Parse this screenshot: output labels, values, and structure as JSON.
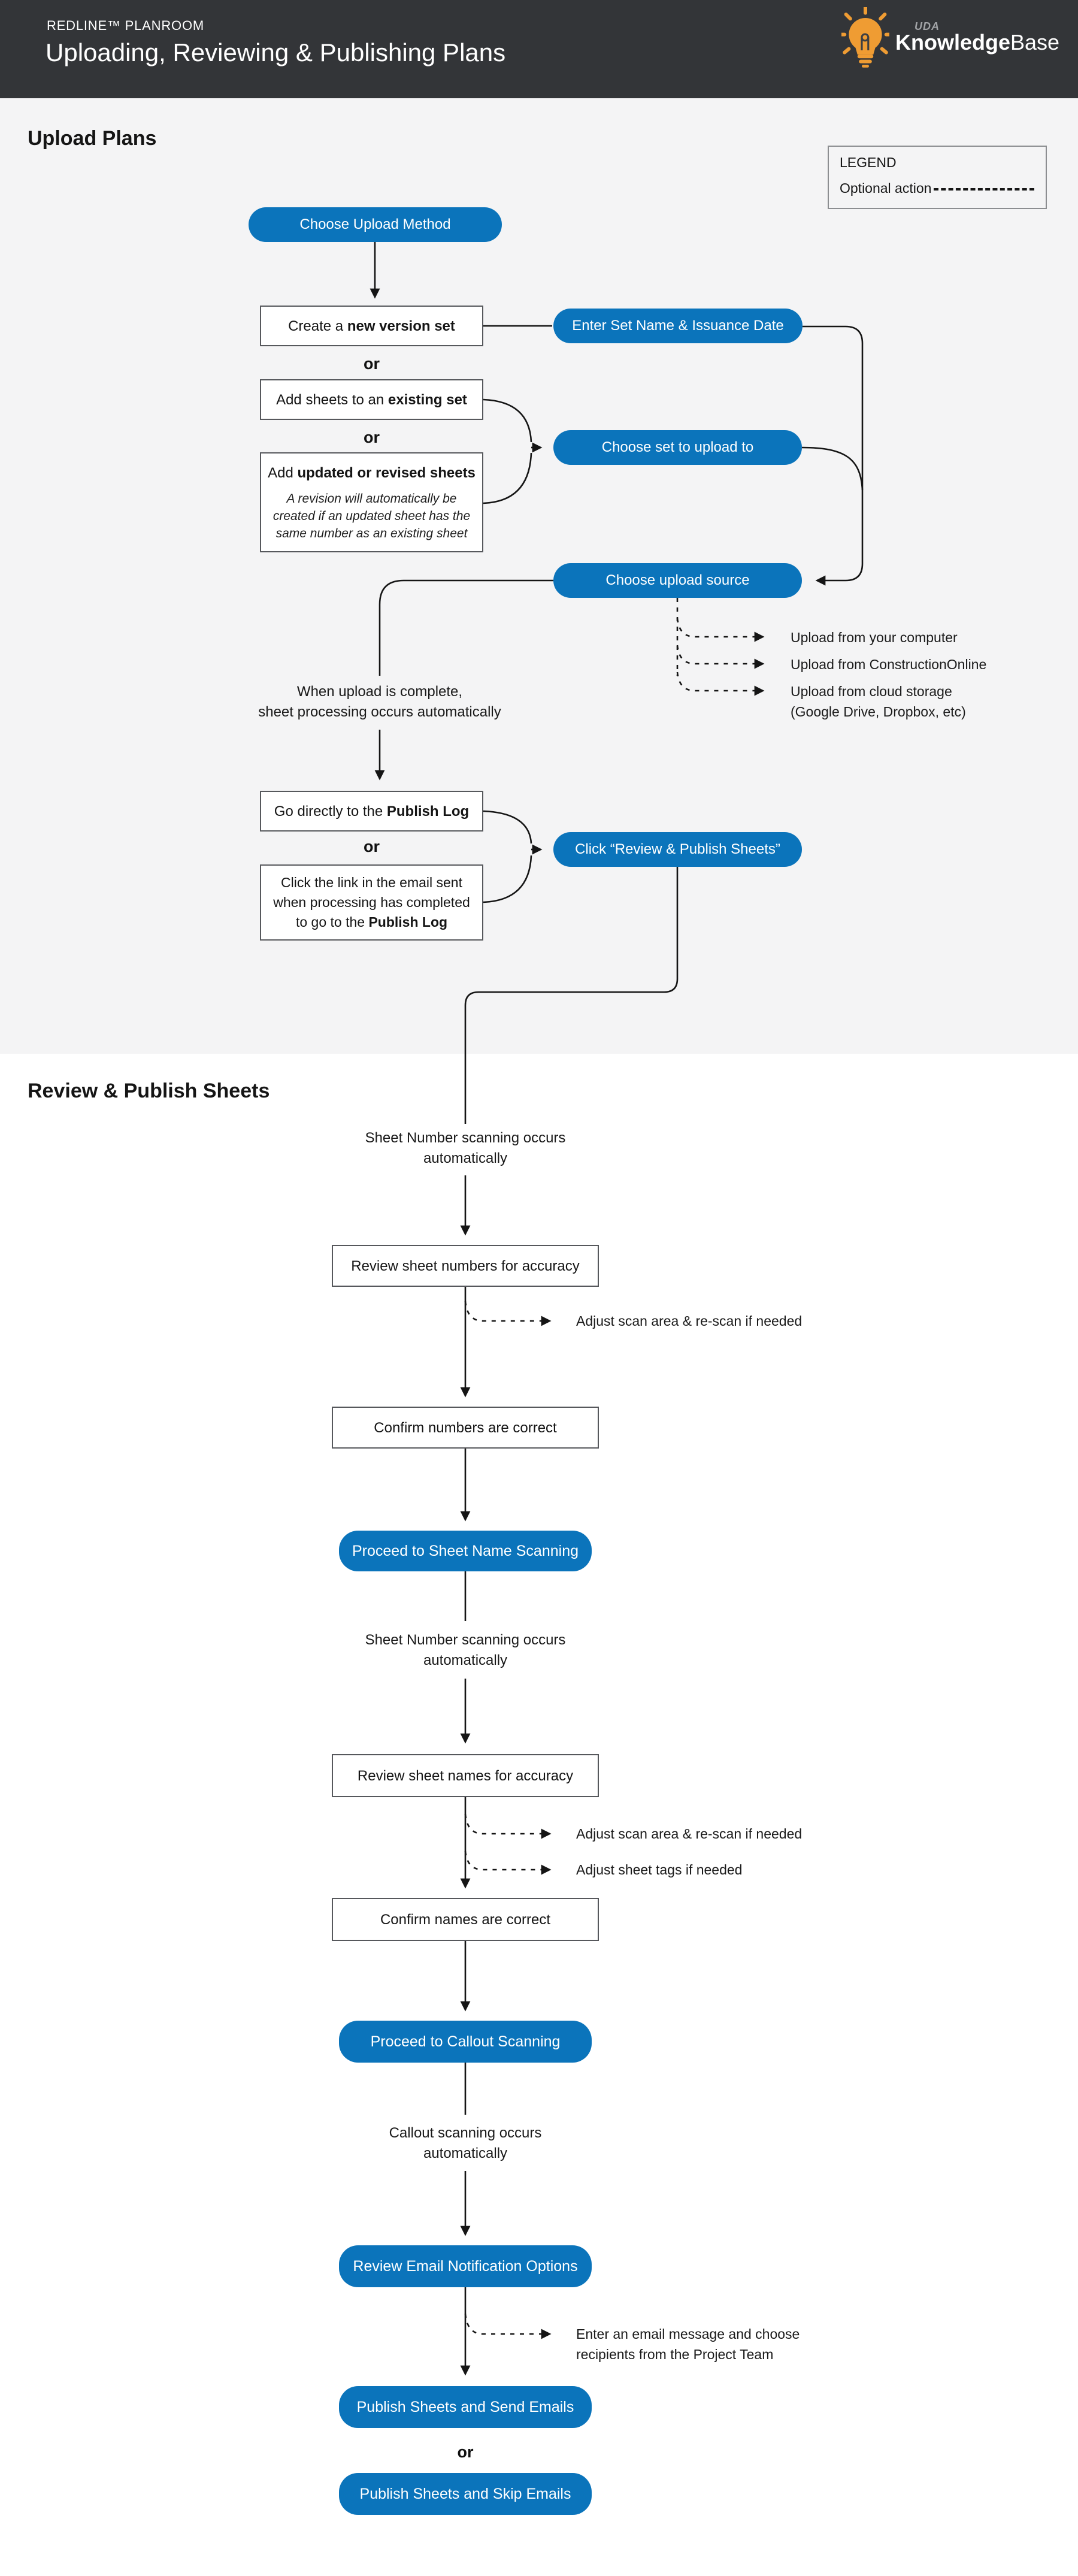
{
  "header": {
    "eyebrow": "REDLINE™ PLANROOM",
    "title": "Uploading, Reviewing & Publishing Plans",
    "logo_uda": "UDA",
    "logo_knowledge": "Knowledge",
    "logo_base": "Base"
  },
  "legend": {
    "title": "LEGEND",
    "item": "Optional action"
  },
  "colors": {
    "accent_blue": "#0b74bb",
    "header_bg": "#333538",
    "section_gray": "#f4f4f5",
    "logo_orange": "#ef9c33",
    "line": "#151515"
  },
  "upload": {
    "heading": "Upload Plans",
    "choose_method": "Choose Upload Method",
    "create_set": {
      "pre": "Create a ",
      "bold": "new version set"
    },
    "or1": "or",
    "add_existing": {
      "pre": "Add sheets to an ",
      "bold": "existing set"
    },
    "or2": "or",
    "add_updated": {
      "pre": "Add ",
      "bold": "updated or revised sheets",
      "note1": "A revision will automatically be",
      "note2": "created if an updated sheet has the",
      "note3": "same number as an existing sheet"
    },
    "enter_set_name": "Enter Set Name & Issuance Date",
    "choose_set": "Choose set to upload to",
    "choose_source": "Choose upload source",
    "src1": "Upload from your computer",
    "src2": "Upload from ConstructionOnline",
    "src3a": "Upload from cloud storage",
    "src3b": "(Google Drive, Dropbox, etc)",
    "processing1": "When upload is complete,",
    "processing2": "sheet processing occurs automatically",
    "go_publish_log": {
      "pre": "Go directly to the ",
      "bold": "Publish Log"
    },
    "or3": "or",
    "email_link": {
      "line1": "Click the link in the email sent",
      "line2": "when processing has completed",
      "line3pre": "to go to the ",
      "line3bold": "Publish Log"
    },
    "click_review": "Click “Review & Publish Sheets”"
  },
  "review": {
    "heading": "Review & Publish Sheets",
    "scan_numbers1": "Sheet Number scanning occurs",
    "scan_numbers2": "automatically",
    "review_numbers": "Review sheet numbers for accuracy",
    "adjust_scan1": "Adjust scan area & re-scan if needed",
    "confirm_numbers": "Confirm numbers are correct",
    "proceed_names": "Proceed to Sheet Name Scanning",
    "scan_names1": "Sheet Number scanning occurs",
    "scan_names2": "automatically",
    "review_names": "Review sheet names for accuracy",
    "adjust_scan2": "Adjust scan area & re-scan if needed",
    "adjust_tags": "Adjust sheet tags if needed",
    "confirm_names": "Confirm names are correct",
    "proceed_callout": "Proceed to Callout Scanning",
    "callout1": "Callout scanning occurs",
    "callout2": "automatically",
    "review_email": "Review Email Notification Options",
    "email_note1": "Enter an email message and choose",
    "email_note2": "recipients from the Project Team",
    "publish_send": "Publish Sheets and Send Emails",
    "or4": "or",
    "publish_skip": "Publish Sheets and Skip Emails"
  }
}
